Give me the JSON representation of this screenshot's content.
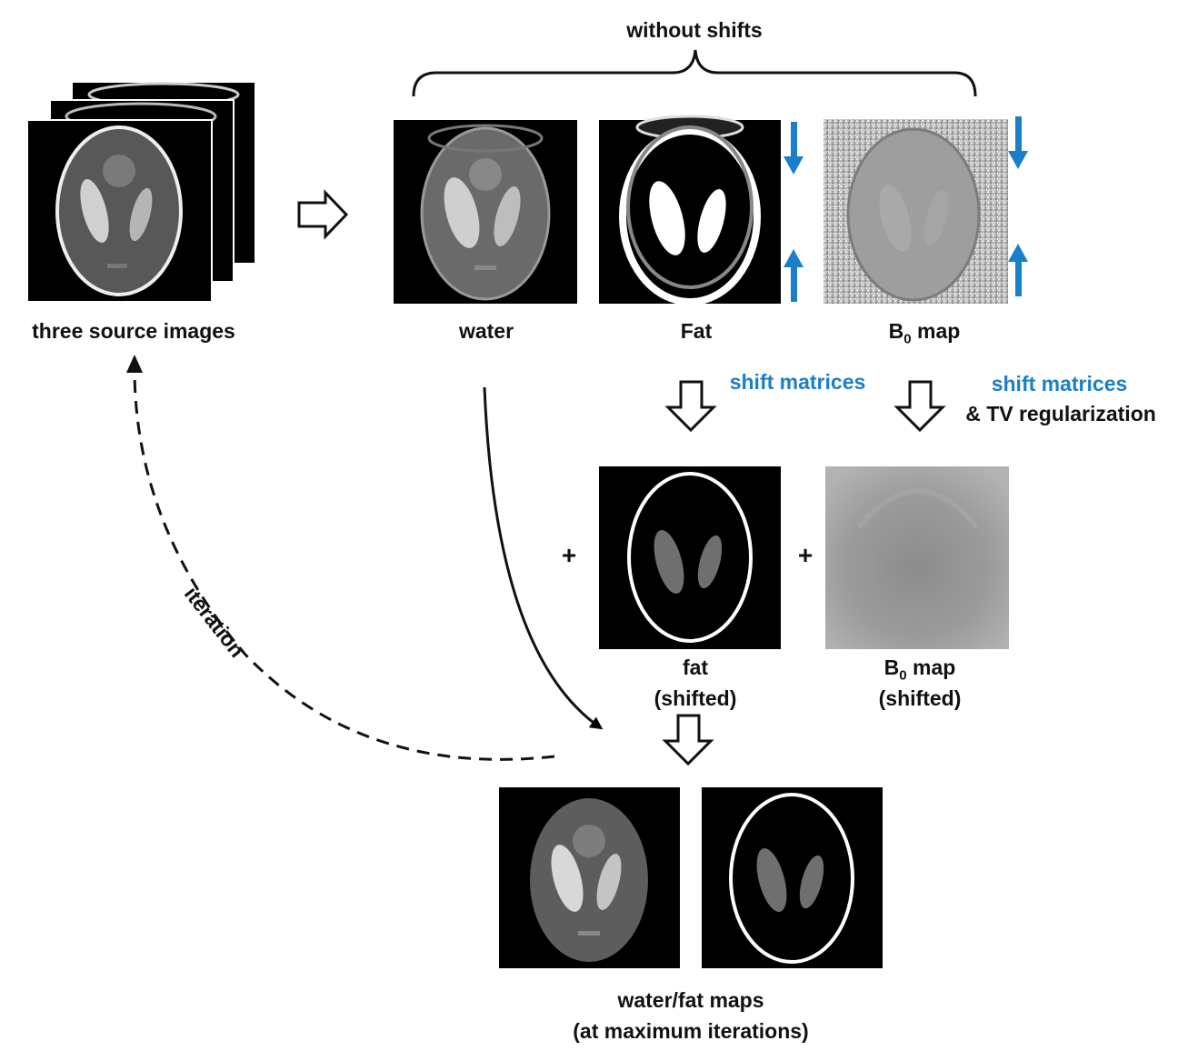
{
  "labels": {
    "without_shifts": "without shifts",
    "three_source_images": "three source images",
    "water": "water",
    "fat_upper": "Fat",
    "b0_main": "B",
    "b0_sub": "0",
    "b0_tail": " map",
    "shift_matrices_1": "shift matrices",
    "shift_matrices_2": "shift matrices",
    "tv_regularization": "& TV regularization",
    "fat_shifted_line1": "fat",
    "fat_shifted_line2": "(shifted)",
    "b0_shifted_line2": "(shifted)",
    "iteration": "iteration",
    "plus_1": "+",
    "plus_2": "+",
    "output_line1": "water/fat maps",
    "output_line2": "(at maximum iterations)"
  },
  "colors": {
    "accent_blue": "#1a7fc9",
    "panel_bg": "#000000",
    "b0_noise_bg": "#b9b9b9",
    "b0_smooth_bg": "#9a9a9a"
  }
}
